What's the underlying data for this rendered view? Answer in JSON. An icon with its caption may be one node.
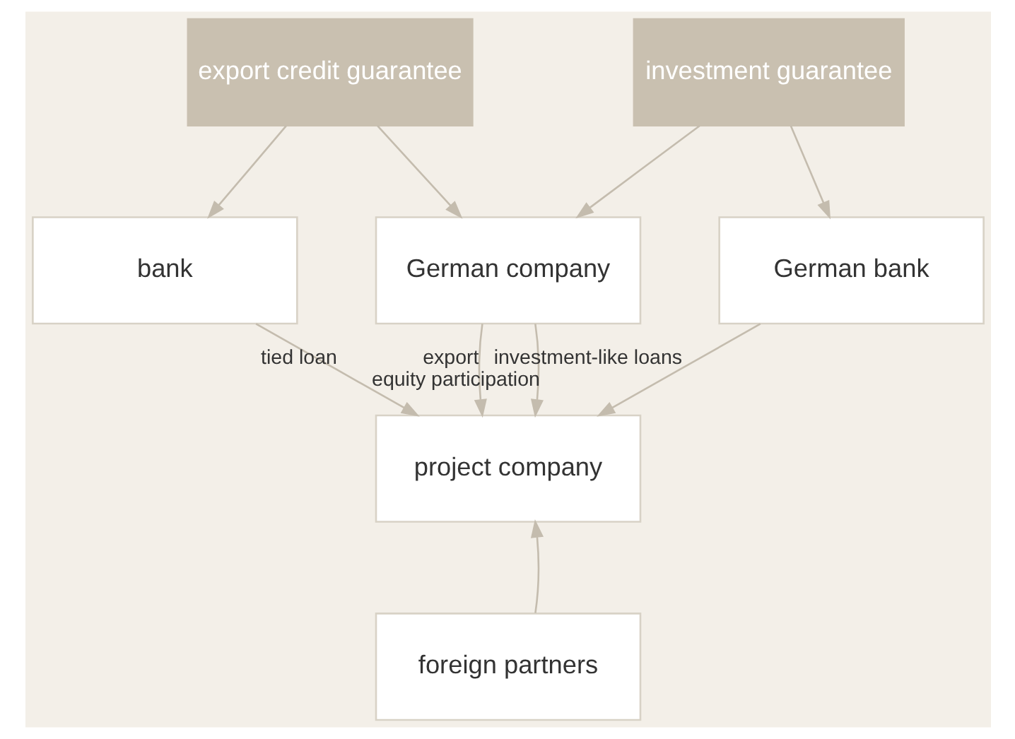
{
  "diagram": {
    "nodes": [
      {
        "text": [
          "export credit guarantee"
        ]
      },
      {
        "text": [
          "investment guarantee"
        ]
      },
      {
        "text": [
          "bank"
        ]
      },
      {
        "text": [
          "German company"
        ]
      },
      {
        "text": [
          "German bank"
        ]
      },
      {
        "text": [
          "project company"
        ]
      },
      {
        "text": [
          "foreign partners"
        ]
      }
    ],
    "edges": [
      {
        "from": 0,
        "to": 2,
        "arrow": "to"
      },
      {
        "from": 0,
        "to": 3,
        "arrow": "to"
      },
      {
        "from": 1,
        "to": 3,
        "arrow": "to"
      },
      {
        "from": 1,
        "to": 4,
        "arrow": "to"
      },
      {
        "from": 2,
        "to": 5,
        "arrow": "to",
        "label": "tied loan"
      },
      {
        "from": 3,
        "to": 5,
        "arrow": "to",
        "label": "export"
      },
      {
        "from": 3,
        "to": 5,
        "arrow": "to",
        "label": "equity participation"
      },
      {
        "from": 4,
        "to": 5,
        "arrow": "to",
        "label": "investment-like loans"
      },
      {
        "from": 6,
        "to": 5,
        "arrow": "to"
      }
    ]
  }
}
